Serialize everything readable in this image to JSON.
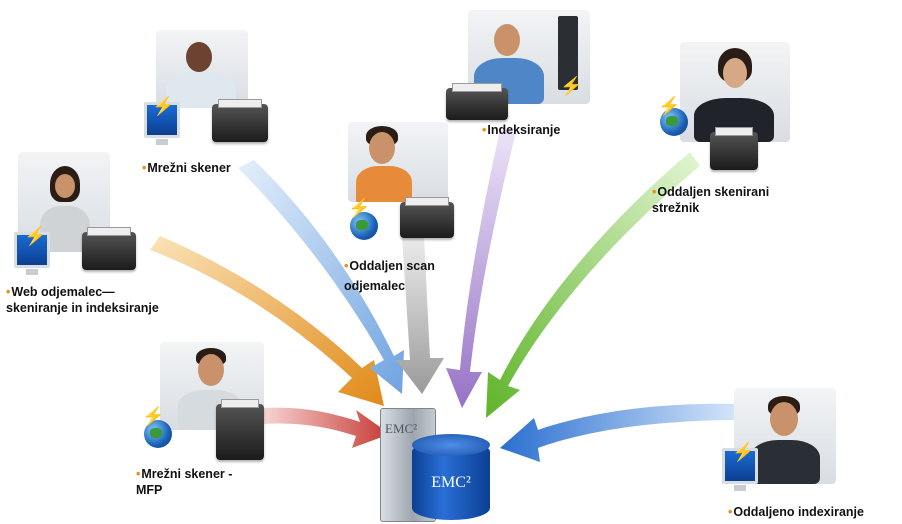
{
  "nodes": [
    {
      "key": "mrezni_skener",
      "label": "Mrežni skener"
    },
    {
      "key": "web_odjemalec",
      "label_line1": "Web odjemalec—",
      "label_line2": "skeniranje in indeksiranje"
    },
    {
      "key": "oddaljen_scan",
      "label_line1": "Oddaljen scan",
      "label_line2": "odjemalec"
    },
    {
      "key": "indeksiranje",
      "label": "Indeksiranje"
    },
    {
      "key": "oddaljen_skenirani",
      "label_line1": "Oddaljen skenirani",
      "label_line2": "strežnik"
    },
    {
      "key": "mrezni_mfp",
      "label_line1": "Mrežni skener -",
      "label_line2": "MFP"
    },
    {
      "key": "oddaljeno_index",
      "label": "Oddaljeno indexiranje"
    }
  ],
  "server": {
    "tower_text": "EMC²",
    "db_text": "EMC²"
  },
  "colors": {
    "orange": "#e69a2e",
    "blue_light": "#8db8e8",
    "gray": "#a8a8a8",
    "purple": "#a98ad0",
    "green": "#7ec84a",
    "red": "#d9534f",
    "blue": "#3b82d6",
    "bullet": "#e8901c"
  }
}
